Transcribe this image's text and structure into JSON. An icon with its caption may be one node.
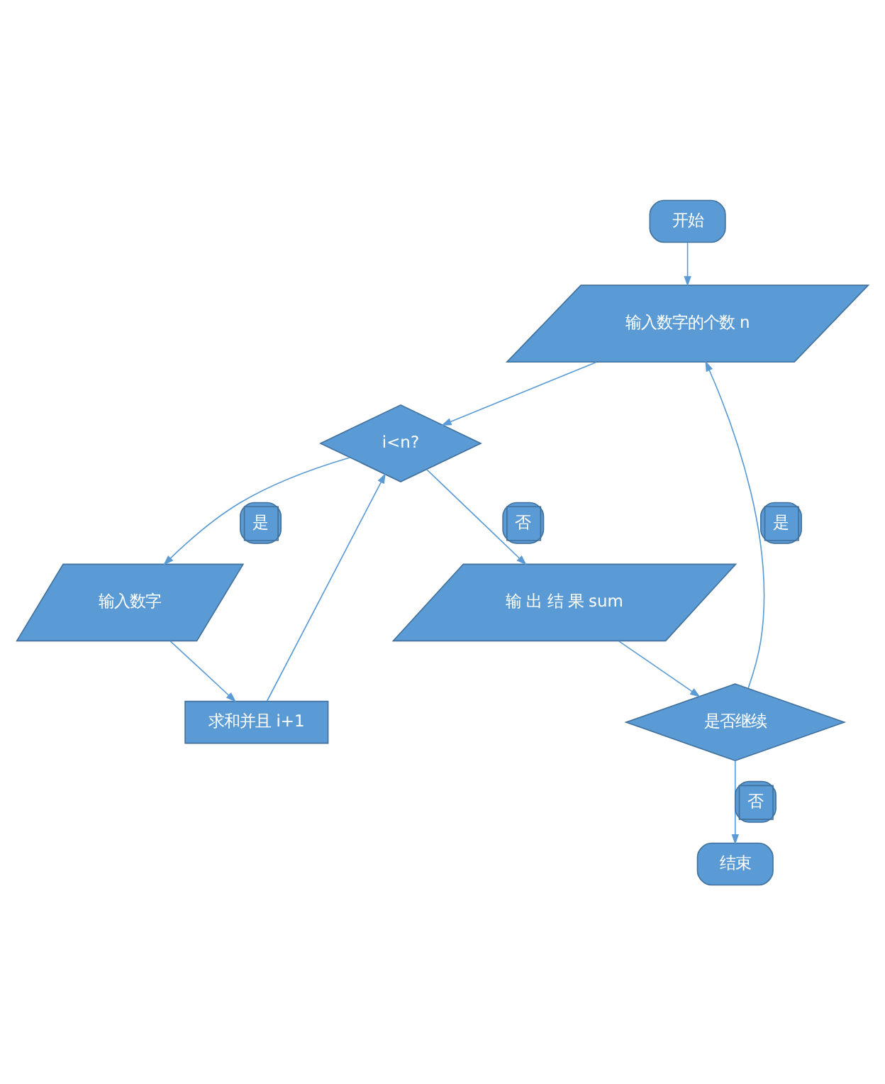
{
  "diagram": {
    "nodes": [
      {
        "text": [
          "开始"
        ]
      },
      {
        "text": [
          "输入数字的个数 n"
        ]
      },
      {
        "text": [
          "i<n?"
        ]
      },
      {
        "text": [
          "输入数字"
        ]
      },
      {
        "text": [
          "求和并且 i+1"
        ]
      },
      {
        "text": [
          "输 出 结 果 sum"
        ]
      },
      {
        "text": [
          "是否继续"
        ]
      },
      {
        "text": [
          "结束"
        ]
      }
    ],
    "edges": [
      {
        "from": 0,
        "to": 1,
        "arrow": "to"
      },
      {
        "from": 1,
        "to": 2,
        "arrow": "to"
      },
      {
        "from": 2,
        "to": 3,
        "arrow": "to",
        "label": "是"
      },
      {
        "from": 3,
        "to": 4,
        "arrow": "to"
      },
      {
        "from": 4,
        "to": 2,
        "arrow": "to"
      },
      {
        "from": 2,
        "to": 5,
        "arrow": "to",
        "label": "否"
      },
      {
        "from": 5,
        "to": 6,
        "arrow": "to"
      },
      {
        "from": 6,
        "to": 1,
        "arrow": "to",
        "label": "是"
      },
      {
        "from": 6,
        "to": 7,
        "arrow": "to",
        "label": "否"
      }
    ]
  }
}
